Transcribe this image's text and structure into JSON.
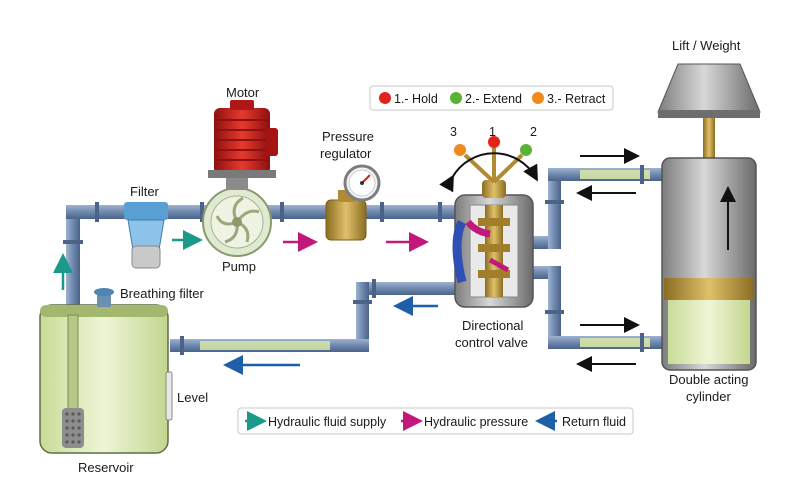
{
  "labels": {
    "motor": "Motor",
    "filter": "Filter",
    "pump": "Pump",
    "pressure_regulator_line1": "Pressure",
    "pressure_regulator_line2": "regulator",
    "breathing_filter": "Breathing filter",
    "level": "Level",
    "reservoir": "Reservoir",
    "directional_line1": "Directional",
    "directional_line2": "control valve",
    "lift_weight": "Lift / Weight",
    "cylinder_line1": "Double acting",
    "cylinder_line2": "cylinder"
  },
  "valve_positions": {
    "items": [
      {
        "label": "1.- Hold",
        "number": "1",
        "color": "#e2231a"
      },
      {
        "label": "2.- Extend",
        "number": "2",
        "color": "#5bb336"
      },
      {
        "label": "3.- Retract",
        "number": "3",
        "color": "#f08a1d"
      }
    ]
  },
  "flow_legend": {
    "items": [
      {
        "label": "Hydraulic fluid supply",
        "color": "#1a9a8a"
      },
      {
        "label": "Hydraulic pressure",
        "color": "#c2187a"
      },
      {
        "label": "Return fluid",
        "color": "#1f5fa8"
      }
    ]
  },
  "colors": {
    "pipe": "#6f88ad",
    "pipe_dark": "#4b6389",
    "fluid": "#d6e6a8",
    "motor": "#d81f1f",
    "brass": "#c8a341"
  }
}
